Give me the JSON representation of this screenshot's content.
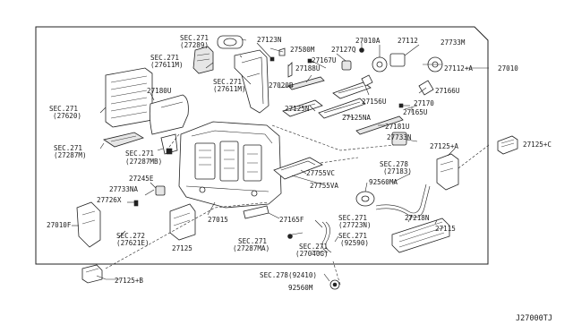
{
  "diagram_code": "J27000TJ",
  "labels": {
    "sec271_27289": [
      "SEC.271",
      "(27289)"
    ],
    "p27123N": "27123N",
    "p27580M": "27580M",
    "p27127Q": "27127Q",
    "p27010A": "27010A",
    "p27112": "27112",
    "p27733M": "27733M",
    "p27010": "27010",
    "sec271_27611M_a": [
      "SEC.271",
      "(27611M)"
    ],
    "p27167U": "27167U",
    "p27188U": "27188U",
    "p27112A": "27112+A",
    "sec271_27611M_b": [
      "SEC.271",
      "(27611M)"
    ],
    "p27020B": "27020B",
    "p27180U": "27180U",
    "p27166U": "27166U",
    "sec271_27620": [
      "SEC.271",
      "(27620)"
    ],
    "p27125N": "27125N",
    "p27156U": "27156U",
    "p27170": "27170",
    "p27125NA": "27125NA",
    "p27165U": "27165U",
    "p27181U": "27181U",
    "sec271_27287M": [
      "SEC.271",
      "(27287M)"
    ],
    "sec271_27287MB": [
      "SEC.271",
      "(27287MB)"
    ],
    "p27733N": "27733N",
    "p27125A": "27125+A",
    "p27125C": "27125+C",
    "p27755VC": "27755VC",
    "sec278_27183": [
      "SEC.278",
      "(27183)"
    ],
    "p27245E": "27245E",
    "p27755VA": "27755VA",
    "p92560MA": "92560MA",
    "p27733NA": "27733NA",
    "p27726X": "27726X",
    "p27010F": "27010F",
    "p27015": "27015",
    "p27165F": "27165F",
    "sec271_27723N": [
      "SEC.271",
      "(27723N)"
    ],
    "p27218N": "27218N",
    "p27115": "27115",
    "sec272_27621E": [
      "SEC.272",
      "(27621E)"
    ],
    "p27125": "27125",
    "sec271_27287MA": [
      "SEC.271",
      "(27287MA)"
    ],
    "sec271_27040G": [
      "SEC.271",
      "(27040G)"
    ],
    "sec271_92590": [
      "SEC.271",
      "(92590)"
    ],
    "p27125B": "27125+B",
    "sec278_92410": "SEC.278(92410)",
    "p92560M": "92560M"
  }
}
